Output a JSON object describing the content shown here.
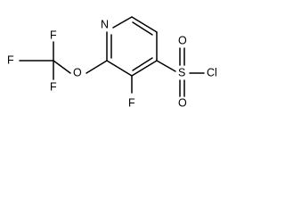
{
  "molecule": {
    "atoms": {
      "ring_n": "N",
      "ether_o": "O",
      "ring_f": "F",
      "cf3_f_top": "F",
      "cf3_f_left": "F",
      "cf3_f_bottom": "F",
      "sulfur": "S",
      "sulfonyl_o_top": "O",
      "sulfonyl_o_bottom": "O",
      "chlorine": "Cl"
    }
  }
}
